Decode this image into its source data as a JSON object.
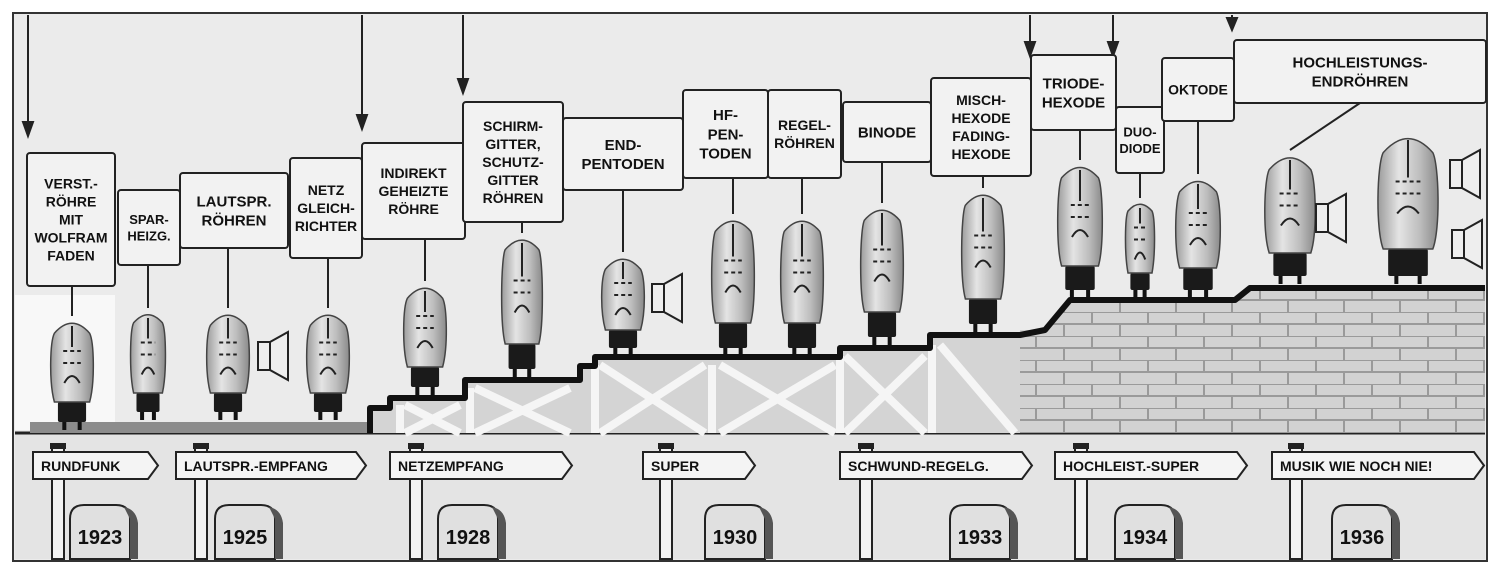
{
  "colors": {
    "background": "#e9e9e9",
    "ink": "#111111",
    "scaffold": "#d6d6d6",
    "brick": "#cfcfcf",
    "glass": "#b9b9b9",
    "ground": "#8c8c8c"
  },
  "tubes": [
    {
      "id": "verst",
      "lines": [
        "VERST.-",
        "RÖHRE",
        "MIT",
        "WOLFRAM",
        "FADEN"
      ]
    },
    {
      "id": "spar",
      "lines": [
        "SPAR-",
        "HEIZG."
      ]
    },
    {
      "id": "lautspr",
      "lines": [
        "LAUTSPR.",
        "RÖHREN"
      ]
    },
    {
      "id": "netz",
      "lines": [
        "NETZ",
        "GLEICH-",
        "RICHTER"
      ]
    },
    {
      "id": "indirekt",
      "lines": [
        "INDIREKT",
        "GEHEIZTE",
        "RÖHRE"
      ]
    },
    {
      "id": "schirm",
      "lines": [
        "SCHIRM-",
        "GITTER,",
        "SCHUTZ-",
        "GITTER",
        "RÖHREN"
      ]
    },
    {
      "id": "endpentoden",
      "lines": [
        "END-",
        "PENTODEN"
      ]
    },
    {
      "id": "hfpentoden",
      "lines": [
        "HF-",
        "PEN-",
        "TODEN"
      ]
    },
    {
      "id": "regel",
      "lines": [
        "REGEL-",
        "RÖHREN"
      ]
    },
    {
      "id": "binode",
      "lines": [
        "BINODE"
      ]
    },
    {
      "id": "mischhexode",
      "lines": [
        "MISCH-",
        "HEXODE",
        "FADING-",
        "HEXODE"
      ]
    },
    {
      "id": "triodehexode",
      "lines": [
        "TRIODE-",
        "HEXODE"
      ]
    },
    {
      "id": "duodiode",
      "lines": [
        "DUO-",
        "DIODE"
      ]
    },
    {
      "id": "oktode",
      "lines": [
        "OKTODE"
      ]
    },
    {
      "id": "hochleistung",
      "lines": [
        "HOCHLEISTUNGS-",
        "ENDRÖHREN"
      ]
    }
  ],
  "milestones": [
    {
      "sign": "RUNDFUNK",
      "year": "1923"
    },
    {
      "sign": "LAUTSPR.-EMPFANG",
      "year": "1925"
    },
    {
      "sign": "NETZEMPFANG",
      "year": "1928"
    },
    {
      "sign": "SUPER",
      "year": "1930"
    },
    {
      "sign": "SCHWUND-REGELG.",
      "year": "1933"
    },
    {
      "sign": "HOCHLEIST.-SUPER",
      "year": "1934"
    },
    {
      "sign": "MUSIK WIE NOCH NIE!",
      "year": "1936"
    }
  ]
}
